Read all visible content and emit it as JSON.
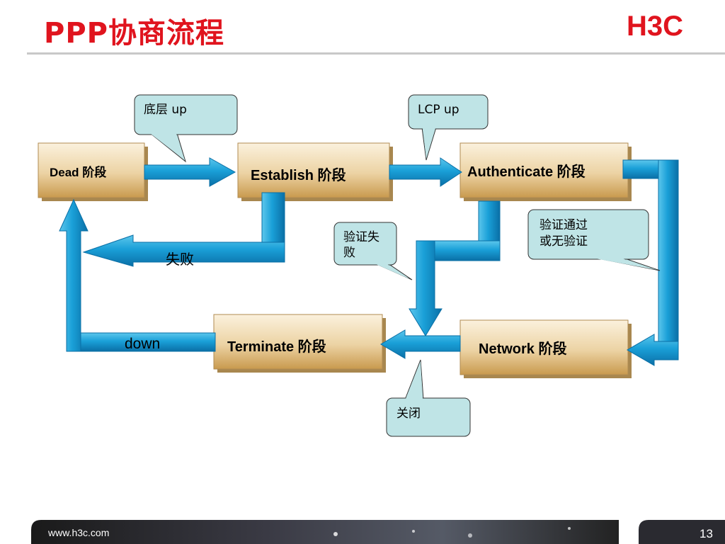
{
  "header": {
    "title": "PPP协商流程",
    "logo_text": "H3C"
  },
  "states": {
    "dead": "Dead 阶段",
    "establish": "Establish 阶段",
    "authenticate": "Authenticate 阶段",
    "network": "Network 阶段",
    "terminate": "Terminate 阶段"
  },
  "callouts": {
    "lower_up": "底层  up",
    "lcp_up": "LCP up",
    "auth_fail_line1": "验证失",
    "auth_fail_line2": "败",
    "auth_pass_line1": "验证通过",
    "auth_pass_line2": "或无验证",
    "close": "关闭"
  },
  "arrow_labels": {
    "fail": "失败",
    "down": "down"
  },
  "footer": {
    "url": "www.h3c.com",
    "page": "13"
  },
  "colors": {
    "title": "#e0141e",
    "arrow": "#1aa0d8",
    "callout_fill": "#bfe4e6",
    "state_fill": "#e8c88e"
  }
}
